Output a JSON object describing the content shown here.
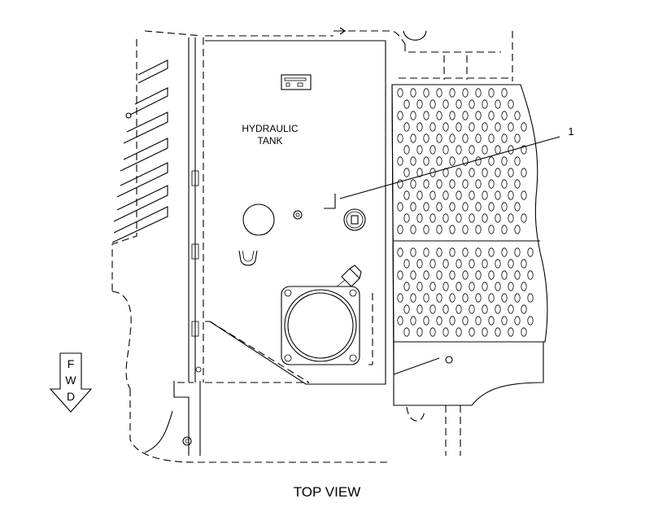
{
  "labels": {
    "tank_line1": "HYDRAULIC",
    "tank_line2": "TANK",
    "callout_1": "1",
    "view_title": "TOP VIEW"
  },
  "fwd_arrow": {
    "letters": [
      "F",
      "W",
      "D"
    ]
  }
}
